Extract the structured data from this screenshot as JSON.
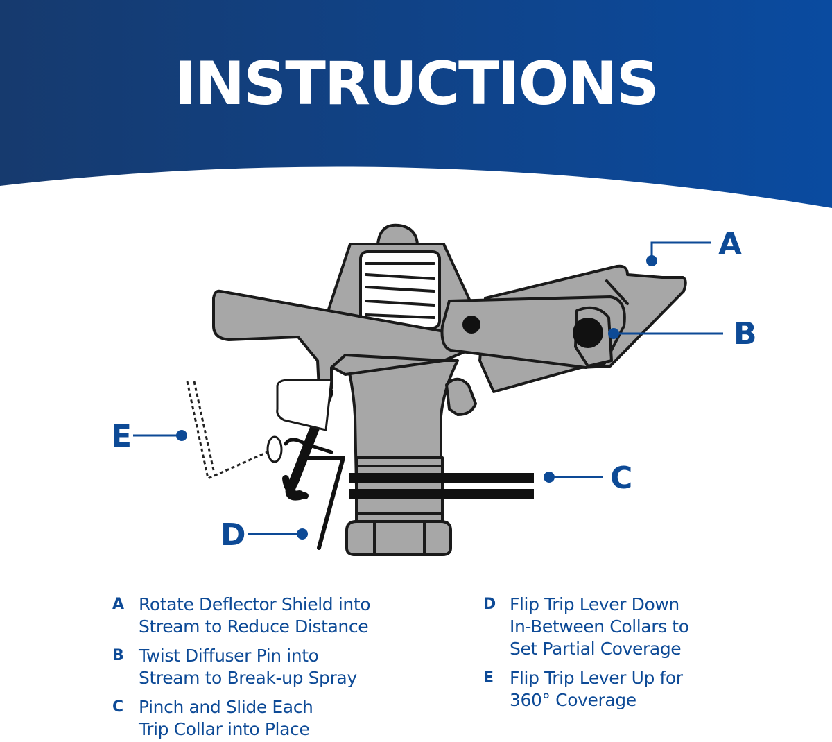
{
  "header": {
    "title": "INSTRUCTIONS"
  },
  "colors": {
    "brand_blue": "#0d4a96",
    "banner_dark": "#163a6e",
    "banner_light": "#0a4ba0",
    "part_gray": "#a7a7a7",
    "outline": "#1a1a1a"
  },
  "diagram": {
    "subject": "impact sprinkler head",
    "callouts": {
      "A": "A",
      "B": "B",
      "C": "C",
      "D": "D",
      "E": "E"
    }
  },
  "legend": {
    "left": [
      {
        "letter": "A",
        "line1": "Rotate Deflector Shield into",
        "line2": "Stream to Reduce Distance"
      },
      {
        "letter": "B",
        "line1": "Twist Diffuser Pin into",
        "line2": "Stream to Break-up Spray"
      },
      {
        "letter": "C",
        "line1": "Pinch and Slide Each",
        "line2": "Trip Collar into Place"
      }
    ],
    "right": [
      {
        "letter": "D",
        "line1": "Flip Trip Lever Down",
        "line2": "In-Between Collars to",
        "line3": "Set Partial Coverage"
      },
      {
        "letter": "E",
        "line1": "Flip Trip Lever Up for",
        "line2": "360° Coverage"
      }
    ]
  }
}
